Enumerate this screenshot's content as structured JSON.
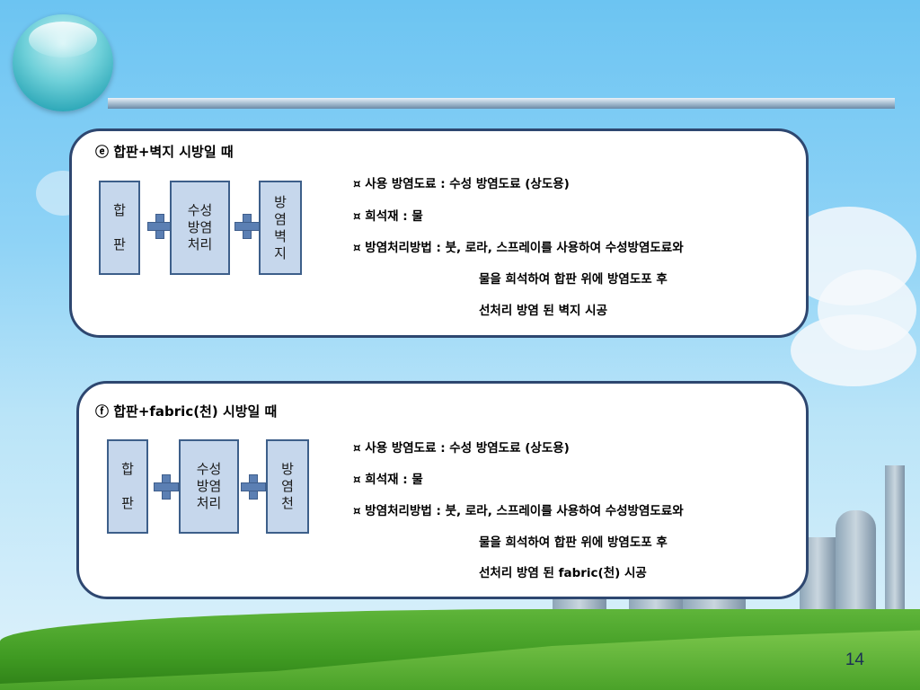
{
  "page_number": "14",
  "panel_e": {
    "title": "ⓔ 합판+벽지 시방일 때",
    "boxes": [
      {
        "lines": [
          "합",
          "",
          "판"
        ]
      },
      {
        "lines": [
          "수성",
          "방염",
          "처리"
        ]
      },
      {
        "lines": [
          "방",
          "염",
          "벽",
          "지"
        ]
      }
    ],
    "details": [
      "¤ 사용 방염도료 : 수성 방염도료 (상도용)",
      "¤ 희석재 : 물",
      "¤ 방염처리방법 :  붓, 로라, 스프레이를 사용하여 수성방염도료와",
      "물을 희석하여 합판 위에 방염도포 후",
      "선처리 방염 된 벽지 시공"
    ]
  },
  "panel_f": {
    "title": "ⓕ 합판+fabric(천) 시방일 때",
    "boxes": [
      {
        "lines": [
          "합",
          "",
          "판"
        ]
      },
      {
        "lines": [
          "수성",
          "방염",
          "처리"
        ]
      },
      {
        "lines": [
          "방",
          "염",
          "천"
        ]
      }
    ],
    "details": [
      "¤ 사용 방염도료 : 수성 방염도료 (상도용)",
      "¤ 희석재 : 물",
      "¤ 방염처리방법 :  붓, 로라, 스프레이를 사용하여 수성방염도료와",
      "물을 희석하여 합판 위에 방염도포 후",
      "선처리 방염 된 fabric(천) 시공"
    ]
  }
}
